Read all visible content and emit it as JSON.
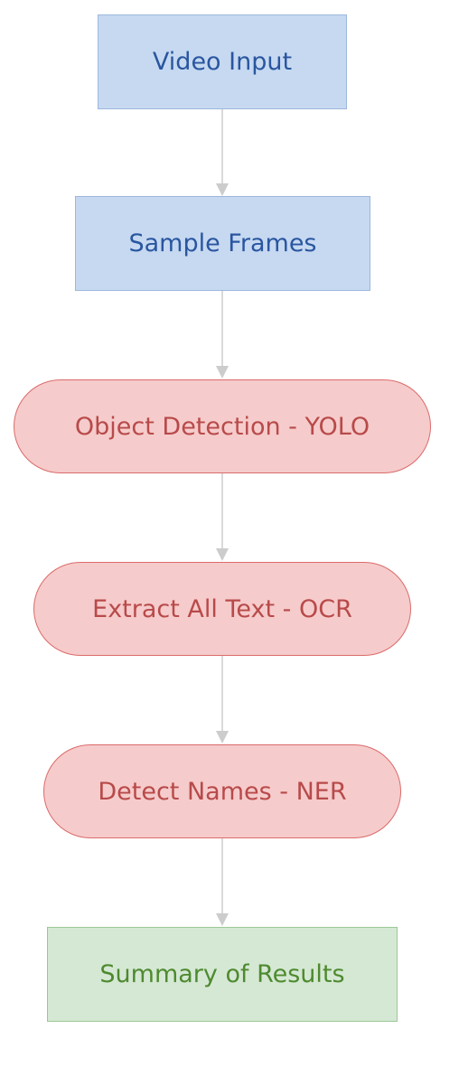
{
  "nodes": [
    {
      "id": "video-input",
      "label": "Video Input"
    },
    {
      "id": "sample-frames",
      "label": "Sample Frames"
    },
    {
      "id": "object-detection",
      "label": "Object Detection - YOLO"
    },
    {
      "id": "extract-text",
      "label": "Extract All Text - OCR"
    },
    {
      "id": "detect-names",
      "label": "Detect Names - NER"
    },
    {
      "id": "summary",
      "label": "Summary of Results"
    }
  ],
  "edges": [
    {
      "from": "video-input",
      "to": "sample-frames"
    },
    {
      "from": "sample-frames",
      "to": "object-detection"
    },
    {
      "from": "object-detection",
      "to": "extract-text"
    },
    {
      "from": "extract-text",
      "to": "detect-names"
    },
    {
      "from": "detect-names",
      "to": "summary"
    }
  ],
  "colors": {
    "process_fill": "#c6d9f1",
    "process_text": "#2a56a0",
    "model_fill": "#f6cbcb",
    "model_text": "#b84a4a",
    "output_fill": "#d5e8d4",
    "output_text": "#4e8a2f",
    "edge": "#cccccc"
  }
}
